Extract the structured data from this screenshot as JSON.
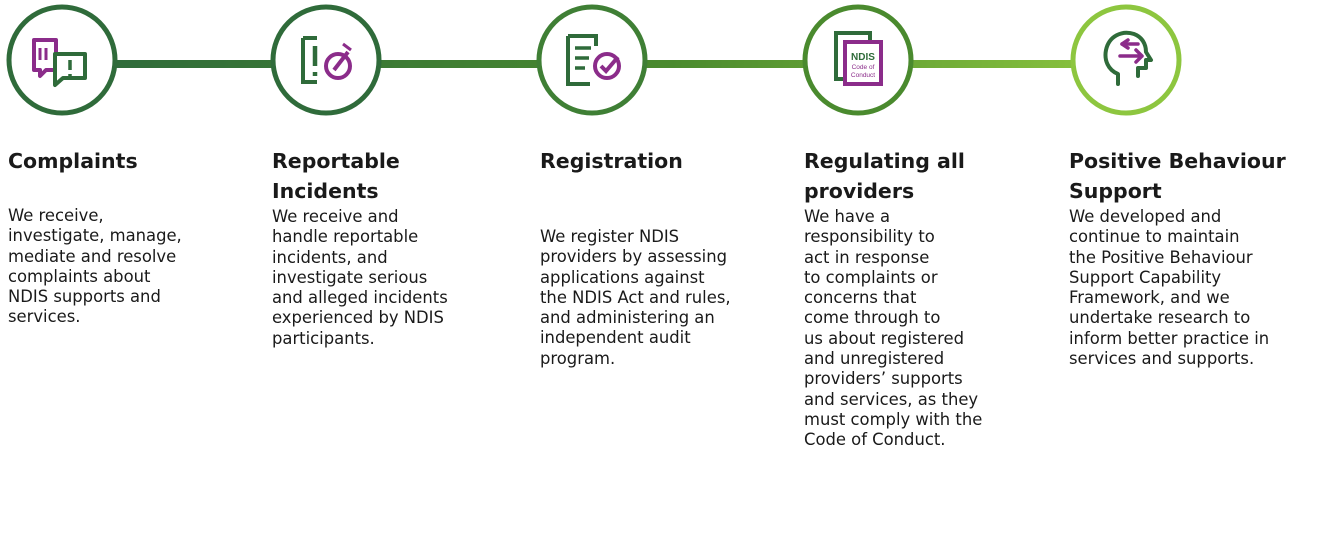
{
  "colors": {
    "dark_green": "#2f6b3a",
    "mid_green": "#4a8a2e",
    "light_green": "#8dc63f",
    "purple": "#8b2c8a",
    "text": "#1a1a1a"
  },
  "steps": [
    {
      "icon": "complaints-icon",
      "title": "Complaints",
      "description": "We receive,\ninvestigate, manage,\nmediate and resolve\ncomplaints about\nNDIS supports and\nservices."
    },
    {
      "icon": "reportable-incidents-icon",
      "title": "Reportable\nIncidents",
      "description": "We receive and\nhandle reportable\nincidents, and\ninvestigate serious\nand alleged incidents\nexperienced by NDIS\nparticipants."
    },
    {
      "icon": "registration-icon",
      "title": "Registration",
      "description": "We register NDIS\nproviders by assessing\napplications against\nthe NDIS Act and rules,\nand administering an\nindependent audit\nprogram."
    },
    {
      "icon": "ndis-code-of-conduct-icon",
      "icon_text": [
        "NDIS",
        "Code of",
        "Conduct"
      ],
      "title": "Regulating all\nproviders",
      "description": "We have a\nresponsibility to\nact in response\nto complaints or\nconcerns that\ncome through to\nus about registered\nand unregistered\nproviders’ supports\nand services, as they\nmust comply with the\nCode of Conduct."
    },
    {
      "icon": "positive-behaviour-head-icon",
      "title": "Positive Behaviour\nSupport",
      "description": "We developed and\ncontinue to maintain\nthe Positive Behaviour\nSupport Capability\nFramework, and we\nundertake research to\ninform better practice in\nservices and supports."
    }
  ]
}
